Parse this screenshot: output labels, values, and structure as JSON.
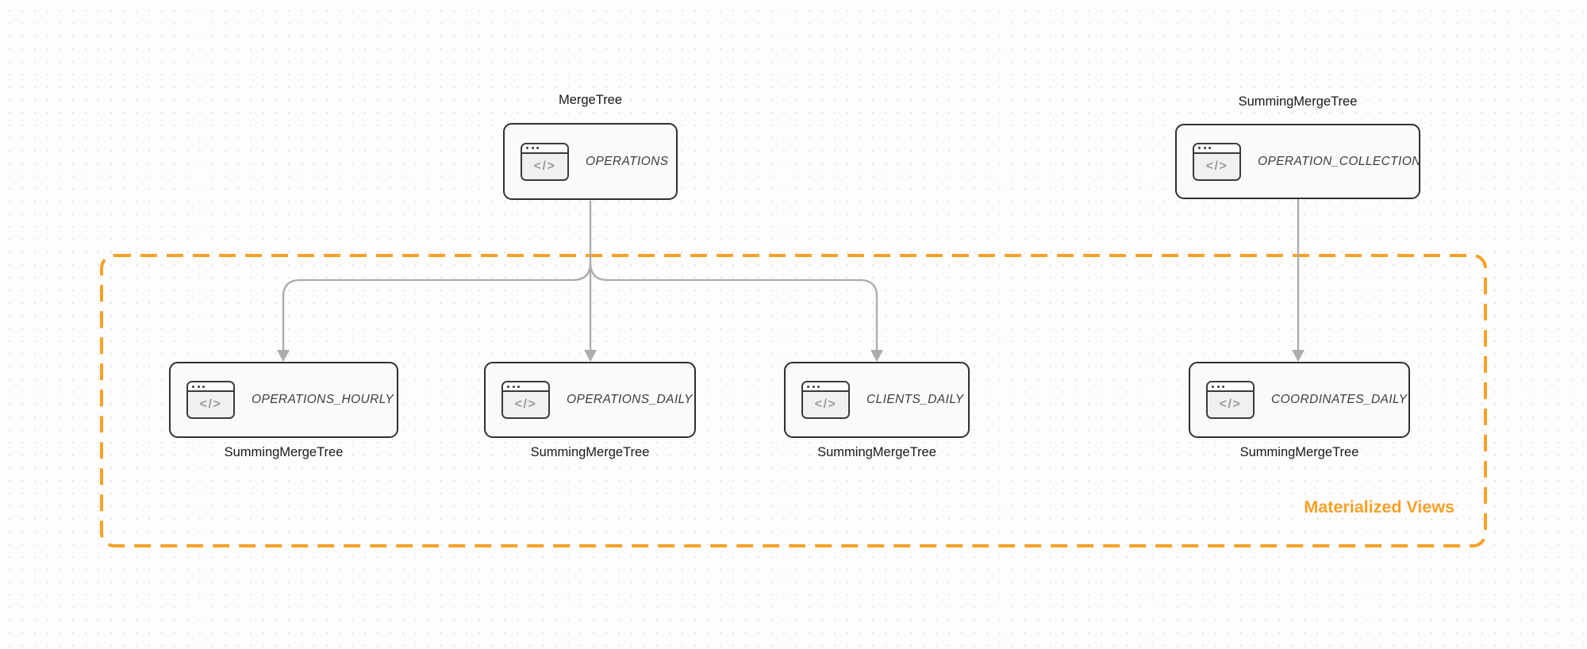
{
  "diagram": {
    "type": "database-architecture-diagram",
    "colors": {
      "accent_orange": "#F7A128",
      "node_border": "#303030",
      "node_fill": "#F9FAFA",
      "arrow_gray": "#ACACAC",
      "canvas_dot": "#E6E6E9"
    },
    "group": {
      "label": "Materialized Views"
    },
    "icons": {
      "code_window_glyph": "</>"
    },
    "nodes": {
      "operations": {
        "engine": "MergeTree",
        "title": "OPERATIONS"
      },
      "operation_collection": {
        "engine": "SummingMergeTree",
        "title": "OPERATION_COLLECTION"
      },
      "operations_hourly": {
        "engine": "SummingMergeTree",
        "title": "OPERATIONS_HOURLY"
      },
      "operations_daily": {
        "engine": "SummingMergeTree",
        "title": "OPERATIONS_DAILY"
      },
      "clients_daily": {
        "engine": "SummingMergeTree",
        "title": "CLIENTS_DAILY"
      },
      "coordinates_daily": {
        "engine": "SummingMergeTree",
        "title": "COORDINATES_DAILY"
      }
    },
    "edges": [
      {
        "from": "OPERATIONS",
        "to": "OPERATIONS_HOURLY"
      },
      {
        "from": "OPERATIONS",
        "to": "OPERATIONS_DAILY"
      },
      {
        "from": "OPERATIONS",
        "to": "CLIENTS_DAILY"
      },
      {
        "from": "OPERATION_COLLECTION",
        "to": "COORDINATES_DAILY"
      }
    ]
  }
}
